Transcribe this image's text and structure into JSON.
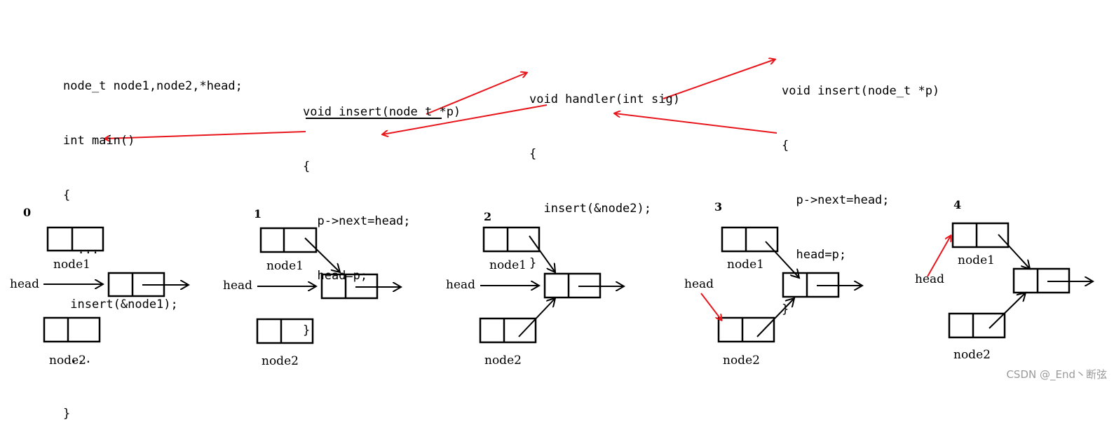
{
  "code": {
    "main_block": [
      "node_t node1,node2,*head;",
      "int main()",
      "{",
      "  ...",
      " insert(&node1);",
      " ...",
      "}"
    ],
    "insert_block_1": [
      "void insert(node_t *p)",
      "{",
      "  p->next=head;",
      "  head=p;",
      "}"
    ],
    "handler_block": [
      "void handler(int sig)",
      "{",
      "  insert(&node2);",
      "}"
    ],
    "insert_block_2": [
      "void insert(node_t *p)",
      "{",
      "  p->next=head;",
      "  head=p;",
      "}"
    ]
  },
  "steps": [
    {
      "number": "0",
      "labels": {
        "top": "node1",
        "bottom": "node2",
        "head": "head"
      }
    },
    {
      "number": "1",
      "labels": {
        "top": "node1",
        "bottom": "node2",
        "head": "head"
      }
    },
    {
      "number": "2",
      "labels": {
        "top": "node1",
        "bottom": "node2",
        "head": "head"
      }
    },
    {
      "number": "3",
      "labels": {
        "top": "node1",
        "bottom": "node2",
        "head": "head"
      }
    },
    {
      "number": "4",
      "labels": {
        "top": "node1",
        "bottom": "node2",
        "head": "head"
      }
    }
  ],
  "colors": {
    "flow_arrow": "#e8161c",
    "ink": "#000000"
  },
  "watermark": "CSDN @_End丶断弦"
}
